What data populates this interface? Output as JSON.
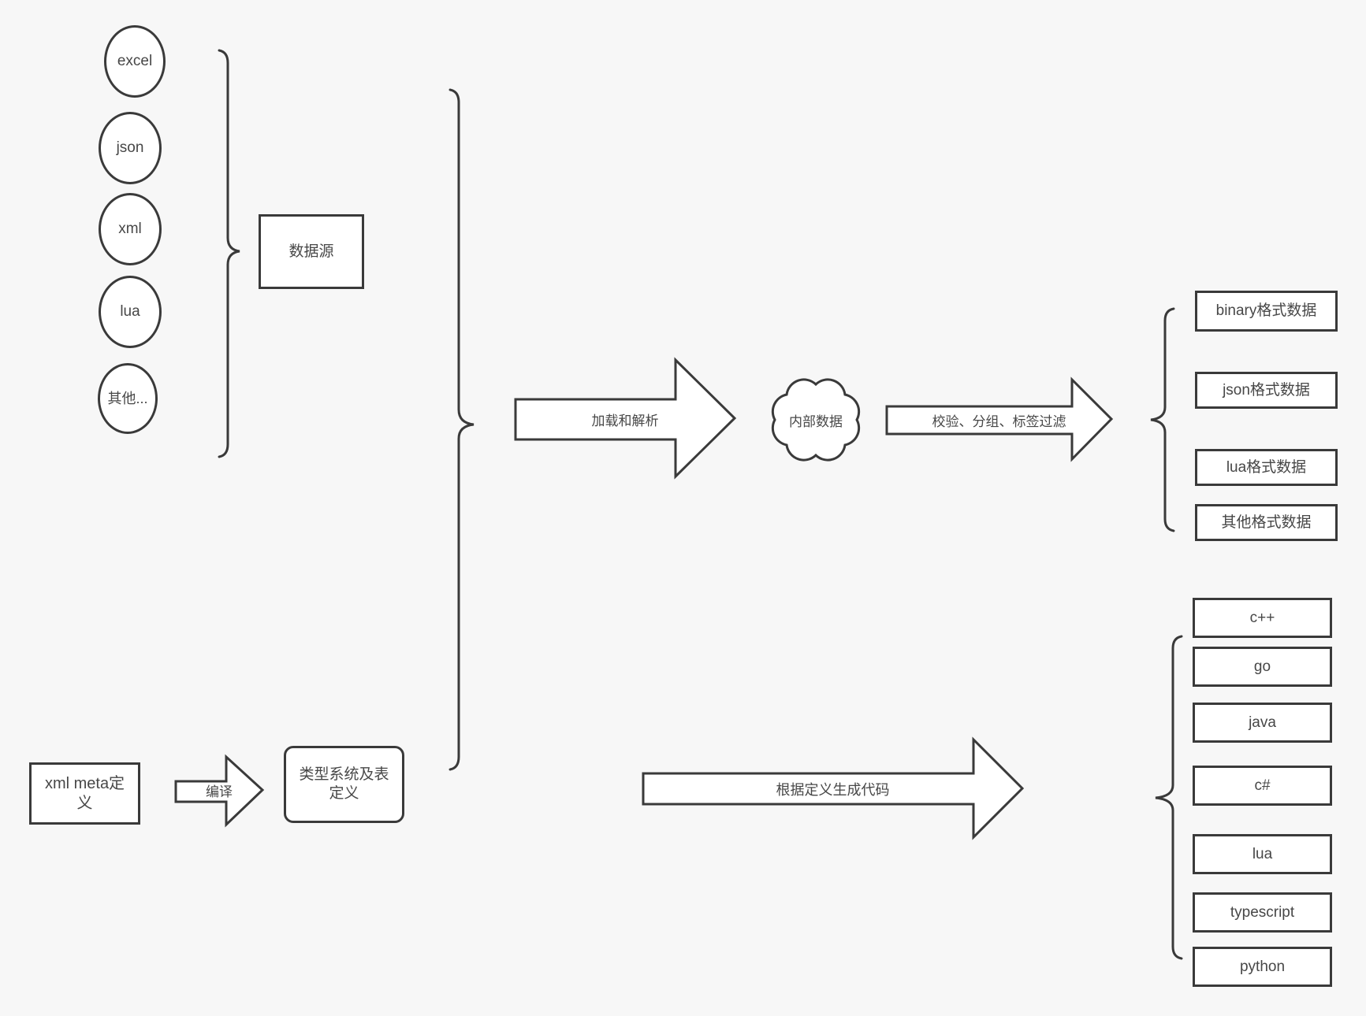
{
  "canvas": {
    "background": "#f7f7f7",
    "stroke": "#3a3a3a",
    "text_color": "#474747",
    "node_fill": "#ffffff"
  },
  "sources": {
    "group_label": "数据源",
    "items": [
      {
        "label": "excel"
      },
      {
        "label": "json"
      },
      {
        "label": "xml"
      },
      {
        "label": "lua"
      },
      {
        "label": "其他..."
      }
    ]
  },
  "definition": {
    "xml_meta_label": "xml meta定义",
    "compile_arrow_label": "编译",
    "type_system_label": "类型系统及表定义"
  },
  "process": {
    "load_arrow_label": "加载和解析",
    "internal_data_label": "内部数据",
    "filter_arrow_label": "校验、分组、标签过滤",
    "codegen_arrow_label": "根据定义生成代码"
  },
  "data_formats": [
    {
      "label": "binary格式数据"
    },
    {
      "label": "json格式数据"
    },
    {
      "label": "lua格式数据"
    },
    {
      "label": "其他格式数据"
    }
  ],
  "languages": [
    {
      "label": "c++"
    },
    {
      "label": "go"
    },
    {
      "label": "java"
    },
    {
      "label": "c#"
    },
    {
      "label": "lua"
    },
    {
      "label": "typescript"
    },
    {
      "label": "python"
    }
  ]
}
